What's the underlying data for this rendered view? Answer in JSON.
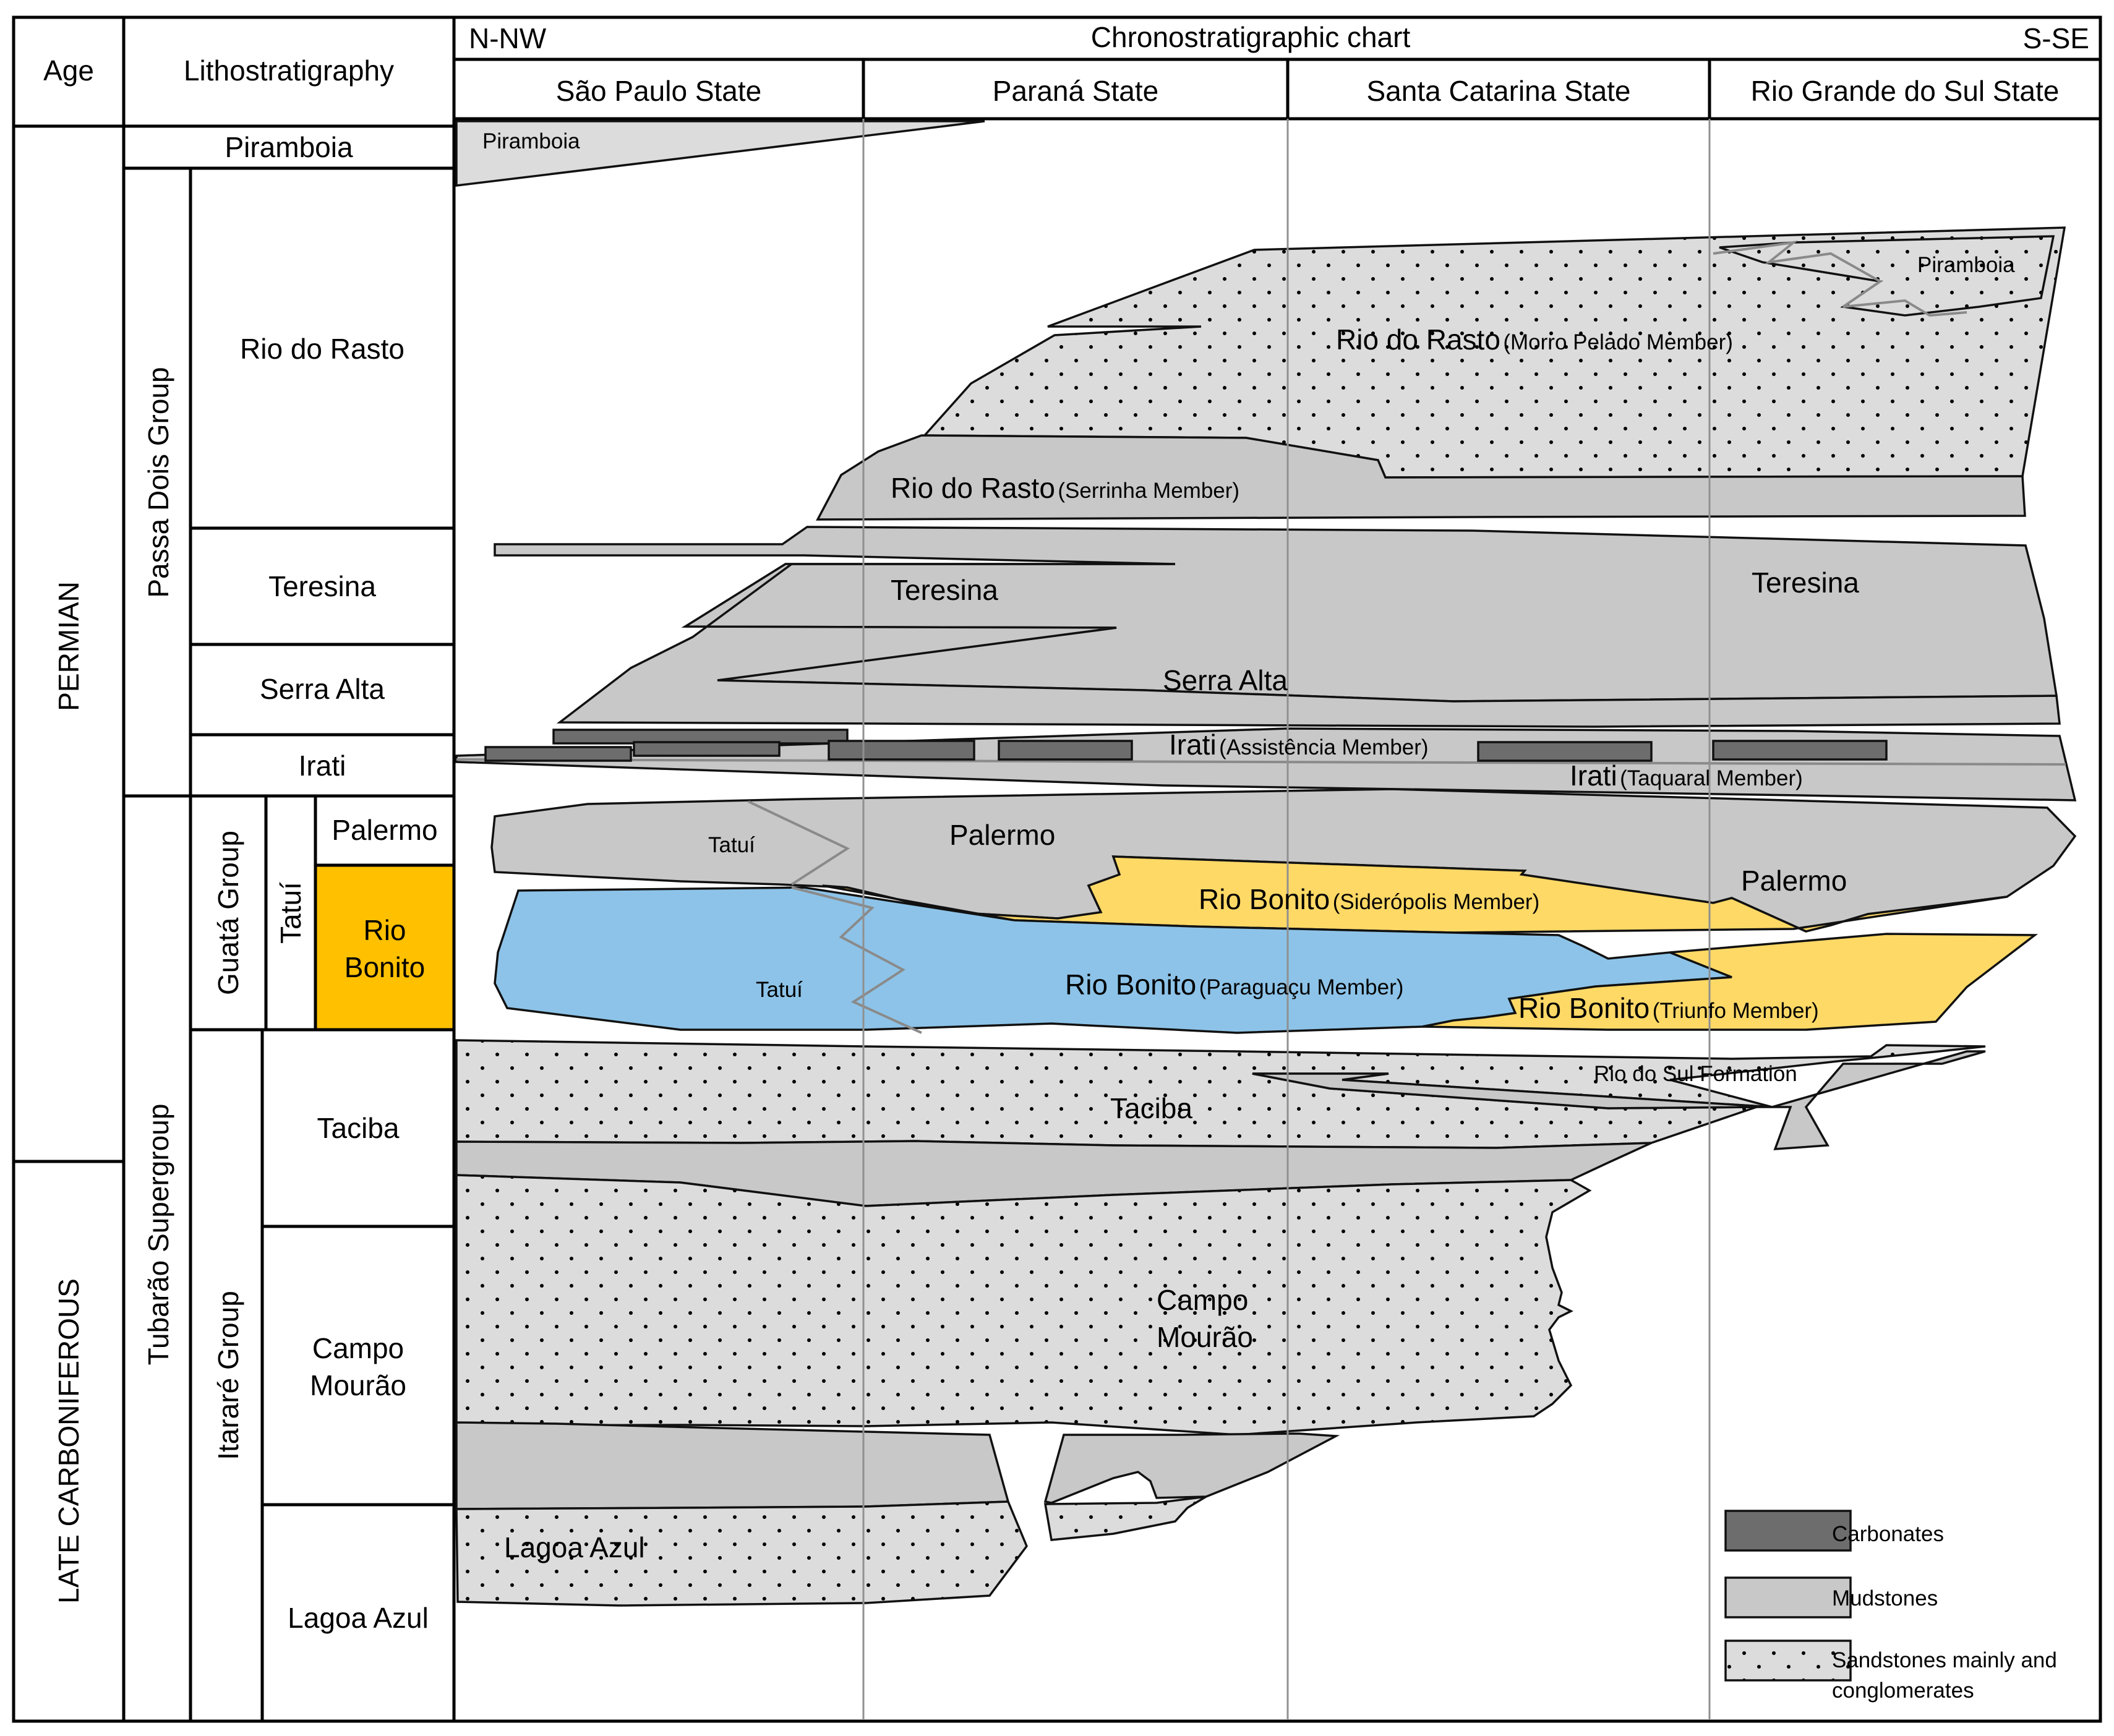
{
  "header": {
    "age": "Age",
    "lithostratigraphy": "Lithostratigraphy",
    "left_direction": "N-NW",
    "chart_title": "Chronostratigraphic chart",
    "right_direction": "S-SE",
    "states": [
      "São Paulo State",
      "Paraná State",
      "Santa Catarina State",
      "Rio Grande do Sul State"
    ]
  },
  "ages": {
    "permian": "PERMIAN",
    "late_carboniferous": "LATE CARBONIFEROUS"
  },
  "lithostratigraphy": {
    "piramboia": "Piramboia",
    "passa_dois_group": "Passa Dois Group",
    "rio_do_rasto": "Rio do Rasto",
    "teresina": "Teresina",
    "serra_alta": "Serra Alta",
    "irati": "Irati",
    "tubarao_supergroup": "Tubarão Supergroup",
    "guata_group": "Guatá Group",
    "tatui": "Tatuí",
    "palermo": "Palermo",
    "rio_bonito_line1": "Rio",
    "rio_bonito_line2": "Bonito",
    "itarare_group": "Itararé Group",
    "taciba": "Taciba",
    "campo_mourao_line1": "Campo",
    "campo_mourao_line2": "Mourão",
    "lagoa_azul": "Lagoa Azul"
  },
  "chart_labels": {
    "piramboia_nw": "Piramboia",
    "piramboia_se": "Piramboia",
    "rio_do_rasto_morro": "Rio do Rasto",
    "morro_pelado_member": "(Morro Pelado Member)",
    "rio_do_rasto_serrinha": "Rio do Rasto",
    "serrinha_member": "(Serrinha Member)",
    "teresina_pr": "Teresina",
    "teresina_rs": "Teresina",
    "serra_alta": "Serra Alta",
    "irati_assistencia": "Irati",
    "assistencia_member": "(Assistência Member)",
    "irati_taquaral": "Irati",
    "taquaral_member": "(Taquaral Member)",
    "tatui_upper": "Tatuí",
    "palermo_pr": "Palermo",
    "palermo_rs": "Palermo",
    "rio_bonito_sideropolis": "Rio Bonito",
    "sideropolis_member": "(Siderópolis Member)",
    "tatui_lower": "Tatuí",
    "rio_bonito_paraguacu": "Rio Bonito",
    "paraguacu_member": "(Paraguaçu Member)",
    "rio_bonito_triunfo": "Rio Bonito",
    "triunfo_member": "(Triunfo Member)",
    "rio_do_sul_formation": "Rio do Sul Formation",
    "taciba": "Taciba",
    "campo_line1": "Campo",
    "campo_line2": "Mourão",
    "lagoa_azul": "Lagoa Azul"
  },
  "legend": {
    "carbonates": "Carbonates",
    "mudstones": "Mudstones",
    "sandstones_line1": "Sandstones mainly and",
    "sandstones_line2": "conglomerates"
  },
  "colors": {
    "mudstone_fill": "#c8c8c8",
    "sandstone_fill": "#dcdcdc",
    "carbonate_fill": "#6d6d6d",
    "rio_bonito_cell": "#ffc000",
    "rio_bonito_yellow": "#ffd966",
    "paraguacu_blue": "#8dc3e8"
  }
}
